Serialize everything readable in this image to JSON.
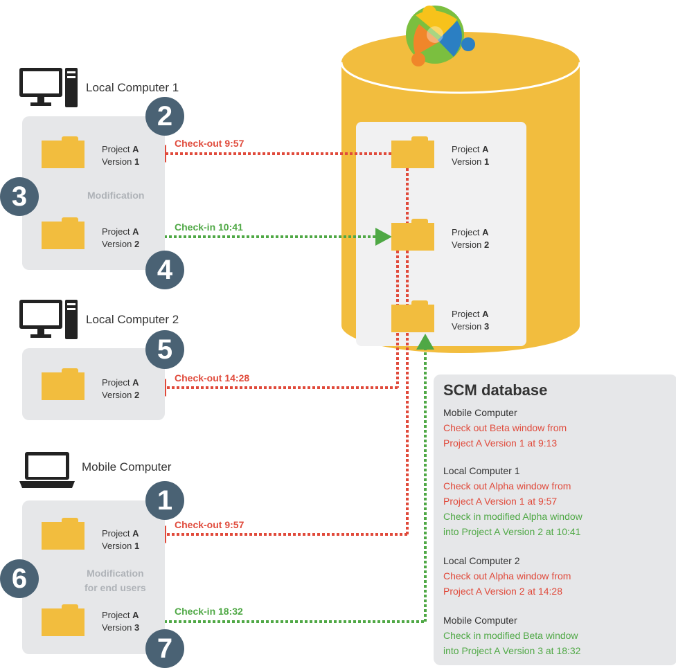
{
  "computers": {
    "local1": {
      "title": "Local Computer 1"
    },
    "local2": {
      "title": "Local Computer 2"
    },
    "mobile": {
      "title": "Mobile Computer"
    }
  },
  "badges": [
    "1",
    "2",
    "3",
    "4",
    "5",
    "6",
    "7"
  ],
  "folder_labels": {
    "project": "Project",
    "version": "Version",
    "a": "A",
    "v1": "1",
    "v2": "2",
    "v3": "3"
  },
  "modification": {
    "local1": "Modification",
    "mobile_line1": "Modification",
    "mobile_line2": "for end users"
  },
  "arrows": {
    "checkout_957_top": "Check-out 9:57",
    "checkin_1041": "Check-in 10:41",
    "checkout_1428": "Check-out 14:28",
    "checkout_957_mobile": "Check-out 9:57",
    "checkin_1832": "Check-in 18:32"
  },
  "scm": {
    "title": "SCM database",
    "lines": [
      {
        "text": "Mobile Computer",
        "color": "dark"
      },
      {
        "text": "Check out Beta window from",
        "color": "red"
      },
      {
        "text": "Project A Version 1 at 9:13",
        "color": "red"
      },
      {
        "text": "Local Computer 1",
        "color": "dark"
      },
      {
        "text": "Check out Alpha window from",
        "color": "red"
      },
      {
        "text": "Project A Version 1 at 9:57",
        "color": "red"
      },
      {
        "text": "Check in modified Alpha window",
        "color": "green"
      },
      {
        "text": "into Project A Version 2 at 10:41",
        "color": "green"
      },
      {
        "text": "Local Computer 2",
        "color": "dark"
      },
      {
        "text": "Check out Alpha window from",
        "color": "red"
      },
      {
        "text": "Project A Version 2 at 14:28",
        "color": "red"
      },
      {
        "text": "Mobile Computer",
        "color": "dark"
      },
      {
        "text": "Check in modified Beta window",
        "color": "green"
      },
      {
        "text": "into Project A Version 3 at 18:32",
        "color": "green"
      }
    ]
  },
  "colors": {
    "checkout": "#e04a3b",
    "checkin": "#4fa845",
    "folder": "#f2bd3e",
    "badge": "#4a6274",
    "panel": "#e6e7e9",
    "cylinder": "#f2bd3e"
  },
  "icons": [
    "desktop-computer-icon",
    "laptop-icon",
    "scm-logo-icon",
    "folder-icon"
  ]
}
